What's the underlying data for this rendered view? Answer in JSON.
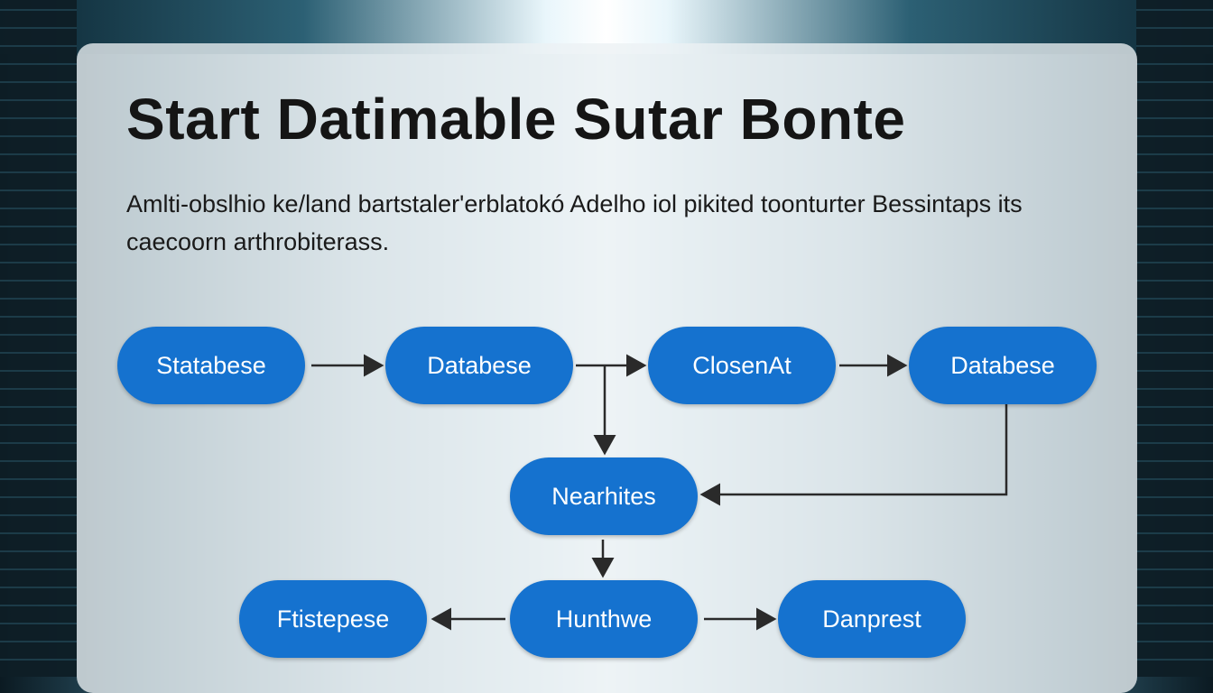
{
  "title": "Start Datimable Sutar Bonte",
  "description": "Amlti-obslhio ke/land bartstaler'erblatokó Adelho iol pikited toonturter Bessintaps its caecoorn arthrobiterass.",
  "nodes": {
    "n1": "Statabese",
    "n2": "Databese",
    "n3": "ClosenAt",
    "n4": "Databese",
    "n5": "Nearhites",
    "n6": "Ftistepese",
    "n7": "Hunthwe",
    "n8": "Danprest"
  },
  "colors": {
    "node": "#1572cf",
    "arrow": "#2a2a2a"
  }
}
